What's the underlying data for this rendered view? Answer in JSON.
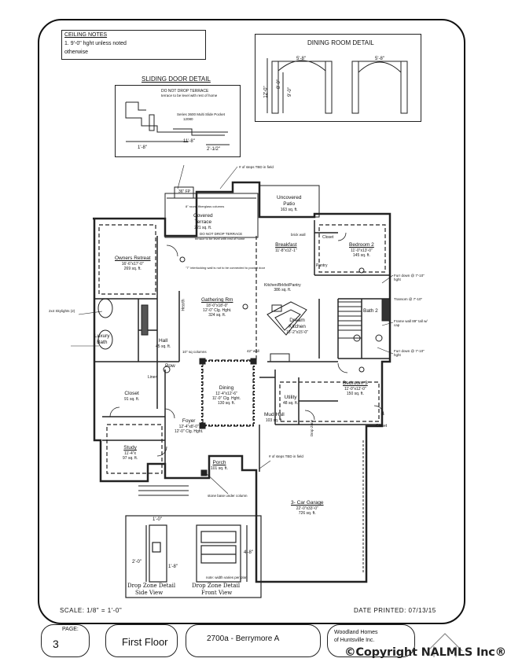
{
  "ceiling_notes": {
    "title": "CEILING NOTES",
    "line1": "1. 9'-0\" hght unless noted",
    "line2": "otherwise"
  },
  "dining_detail": {
    "title": "DINING ROOM DETAIL",
    "dim1": "12'-0\"",
    "dim2": "8'-0\"",
    "dim3": "9'-0\"",
    "dim4": "5'-8\"",
    "dim5": "5'-8\""
  },
  "sliding_detail": {
    "title": "SLIDING DOOR DETAIL",
    "note1": "DO NOT DROP TERRACE",
    "note2": "terrace to be level with rest of home",
    "note3": "Series 3600 Multi Slide Pocket",
    "note4": "12080",
    "dim1": "11'-8\"",
    "dim2": "1'-8\"",
    "dim3": "2'-1/2\""
  },
  "rooms": {
    "covered_terrace": {
      "name": "Covered",
      "name2": "Terrace",
      "area": "221 sq. ft."
    },
    "uncovered_patio": {
      "name": "Uncovered",
      "name2": "Patio",
      "area": "163 sq. ft."
    },
    "owners_retreat": {
      "name": "Owners Retreat",
      "dims": "16'-6\"x17'-0\"",
      "area": "269 sq. ft."
    },
    "breakfast": {
      "name": "Breakfast",
      "dims": "11'-8\"x12'-1\""
    },
    "bedroom2": {
      "name": "Bedroom 2",
      "dims": "11'-0\"x13'-0\"",
      "area": "145 sq. ft."
    },
    "gathering": {
      "name": "Gathering Rm",
      "dims": "18'-0\"x18'-0\"",
      "ceiling": "12'-0\" Clg. Hght.",
      "area": "324 sq. ft."
    },
    "kitchen": {
      "name": "Kitchen/Brkfst/Pantry",
      "area": "386 sq. ft."
    },
    "dream_kitchen": {
      "name": "Dream",
      "name2": "Kitchen",
      "dims": "15'-2\"x15'-0\""
    },
    "luxury_bath": {
      "name": "Luxury",
      "name2": "Bath"
    },
    "hall": {
      "name": "Hall",
      "area": "45 sq. ft."
    },
    "bath2": {
      "name": "Bath 2"
    },
    "pow": {
      "name": "Pow"
    },
    "closet_owner": {
      "name": "Closet",
      "area": "91 sq. ft."
    },
    "dining": {
      "name": "Dining",
      "dims": "11'-4\"x12'-6\"",
      "ceiling": "11'-0\" Clg. Hght.",
      "area": "130 sq. ft."
    },
    "bedroom3": {
      "name": "Bedroom 3",
      "dims": "11'-0\"x12'-0\"",
      "area": "150 sq. ft."
    },
    "utility": {
      "name": "Utility",
      "area": "48 sq. ft."
    },
    "mud_hall": {
      "name": "Mud Hall",
      "area": "103 sq. ft."
    },
    "foyer": {
      "name": "Foyer",
      "dims": "12'-4\"x8'-0\"",
      "ceiling": "12'-0\" Clg. Hght."
    },
    "study": {
      "name": "Study",
      "dims": "11'-4\"x",
      "area": "97 sq. ft."
    },
    "porch": {
      "name": "Porch",
      "area": "101 sq. ft."
    },
    "garage": {
      "name": "3- Car Garage",
      "dims": "22'-0\"x33'-0\"",
      "area": "726 sq. ft."
    },
    "closet_br": {
      "name": "Closet"
    },
    "closet_br2": {
      "name": "Closet"
    },
    "pantry": {
      "name": "Pantry"
    },
    "linen": {
      "name": "Linen"
    },
    "hearth": {
      "name": "Hearth"
    }
  },
  "notes": {
    "fireplace": "36\" FP",
    "fiberglass": "8\" round fiberglass columns",
    "drop_terrace": "DO NOT DROP TERRACE",
    "drop_terrace2": "terrace to be level with rest of home",
    "interlocking": "\"7\" interlocking wall is not to be connected to pocket door",
    "brick_wall": "brick wall",
    "skylights": "2x4 Skylights (2)",
    "stone_base": "stone base under column",
    "steps_field": "# of steps TBD in field",
    "furr_down1": "Furr down @ 7'-10\" hght",
    "furr_down2": "Furr down @ 7'-10\" hght",
    "transom": "Transom @ 7'-10\"",
    "frame_wall": "Frame wall 89\" tall w/ cap",
    "sq_columns": "10\" sq columns",
    "wall_42": "42\" wall",
    "drop_zone": "Drop Zone"
  },
  "drop_zone": {
    "side_title": "Drop Zone Detail",
    "side_sub": "Side View",
    "front_title": "Drop Zone Detail",
    "front_sub": "Front View",
    "dim1": "1'-0\"",
    "dim2": "2'-0\"",
    "dim3": "1'-8\"",
    "dim4": "4'-8\"",
    "note": "note: width varies per plan"
  },
  "footer": {
    "scale": "SCALE: 1/8\" = 1'-0\"",
    "date": "DATE PRINTED: 07/13/15",
    "page_label": "PAGE:",
    "page_number": "3",
    "floor": "First Floor",
    "plan": "2700a - Berrymore A",
    "builder1": "Woodland Homes",
    "builder2": "of Huntsville Inc.",
    "copyright": "©Copyright NALMLS Inc®"
  }
}
